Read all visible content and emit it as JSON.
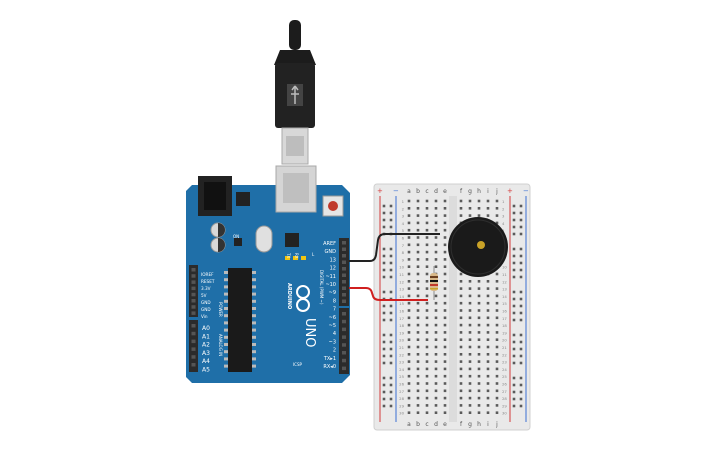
{
  "colors": {
    "board": "#1f6fa8",
    "board_dark": "#175a8a",
    "header": "#2b2b2b",
    "breadboard": "#e9e9e9",
    "rail_red": "#d33b3b",
    "rail_blue": "#3b6fd3",
    "wire_black": "#222222",
    "wire_red": "#d01f1f",
    "buzzer_body": "#1a1a1a",
    "buzzer_center": "#c9a227",
    "usb_cable": "#1c1c1c",
    "usb_metal": "#cfcfcf"
  },
  "board": {
    "brand_text": "ARDUINO",
    "model_text": "UNO",
    "power_label": "POWER",
    "analog_label": "ANALOG IN",
    "digital_label": "DIGITAL (PWM ~)",
    "left_pins": [
      "IOREF",
      "RESET",
      "3.3V",
      "5V",
      "GND",
      "GND",
      "Vin"
    ],
    "analog_pins": [
      "A0",
      "A1",
      "A2",
      "A3",
      "A4",
      "A5"
    ],
    "digital_pins": [
      "AREF",
      "GND",
      "13",
      "12",
      "~11",
      "~10",
      "~9",
      "8",
      "7",
      "~6",
      "~5",
      "4",
      "~3",
      "2",
      "TX▸1",
      "RX◂0"
    ],
    "led_labels": [
      "TX",
      "RX",
      "L"
    ],
    "on_label": "ON",
    "icsp_label": "ICSP"
  },
  "breadboard": {
    "col_labels_left": [
      "a",
      "b",
      "c",
      "d",
      "e"
    ],
    "col_labels_right": [
      "f",
      "g",
      "h",
      "i",
      "j"
    ],
    "row_numbers": [
      "1",
      "2",
      "3",
      "4",
      "5",
      "6",
      "7",
      "8",
      "9",
      "10",
      "11",
      "12",
      "13",
      "14",
      "15",
      "16",
      "17",
      "18",
      "19",
      "20",
      "21",
      "22",
      "23",
      "24",
      "25",
      "26",
      "27",
      "28",
      "29",
      "30"
    ],
    "rail_plus": "+",
    "rail_minus": "−"
  }
}
